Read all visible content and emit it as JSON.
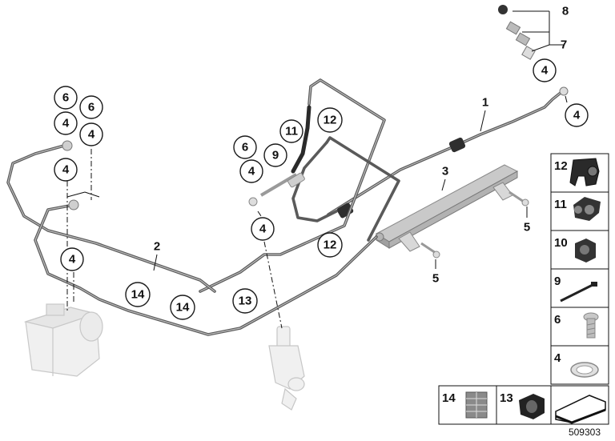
{
  "diagram": {
    "callouts": {
      "c1": "1",
      "c2": "2",
      "c3": "3",
      "c4a": "4",
      "c4b": "4",
      "c4c": "4",
      "c4d": "4",
      "c4e": "4",
      "c4f": "4",
      "c4g": "4",
      "c4h": "4",
      "c5a": "5",
      "c5b": "5",
      "c6a": "6",
      "c6b": "6",
      "c6c": "6",
      "c7": "7",
      "c8": "8",
      "c9": "9",
      "c11": "11",
      "c12a": "12",
      "c12b": "12",
      "c13": "13",
      "c14a": "14",
      "c14b": "14"
    },
    "legend": {
      "l12": "12",
      "l11": "11",
      "l10": "10",
      "l9": "9",
      "l6": "6",
      "l4": "4",
      "l14": "14",
      "l13": "13"
    },
    "reference_number": "509303"
  }
}
